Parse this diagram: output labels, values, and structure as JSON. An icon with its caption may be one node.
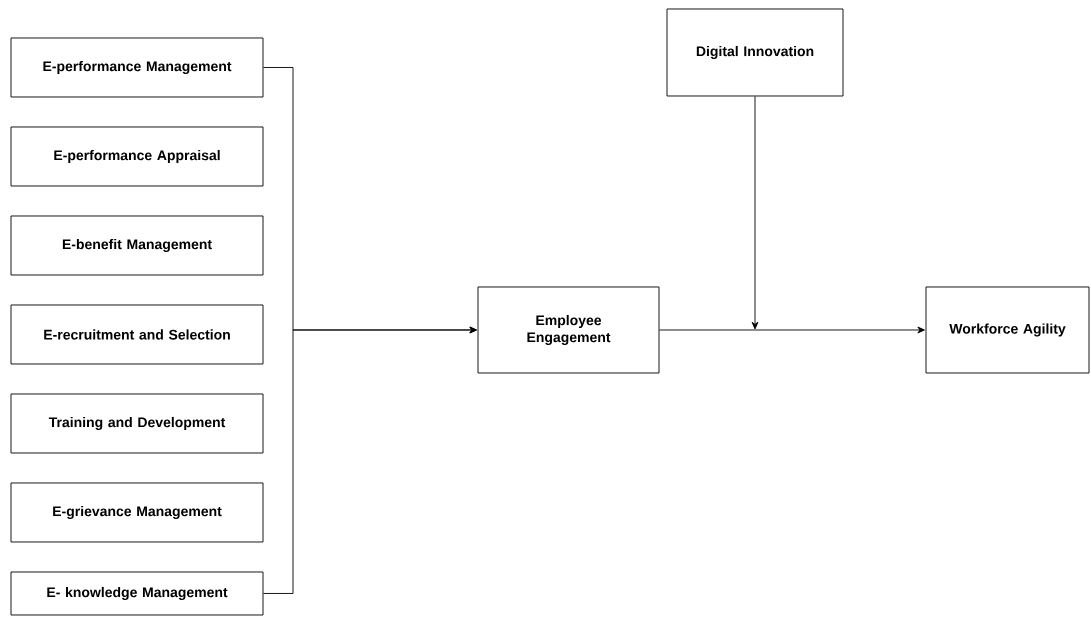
{
  "diagram": {
    "nodes": [
      {
        "text": [
          "E-performance Management"
        ]
      },
      {
        "text": [
          "E-performance Appraisal"
        ]
      },
      {
        "text": [
          "E-benefit Management"
        ]
      },
      {
        "text": [
          "E-recruitment and Selection"
        ]
      },
      {
        "text": [
          "Training and Development"
        ]
      },
      {
        "text": [
          "E-grievance Management"
        ]
      },
      {
        "text": [
          "E- knowledge Management"
        ]
      },
      {
        "text": [
          "Employee Engagement"
        ]
      },
      {
        "text": [
          "Digital Innovation"
        ]
      },
      {
        "text": [
          "Workforce Agility"
        ]
      }
    ],
    "edges": [
      {
        "from": 0,
        "to": 7,
        "arrow": "to"
      },
      {
        "from": 6,
        "to": 7,
        "arrow": "to"
      },
      {
        "from": 8,
        "to": null,
        "arrow": "to"
      },
      {
        "from": 7,
        "to": 9,
        "arrow": "to"
      }
    ]
  }
}
